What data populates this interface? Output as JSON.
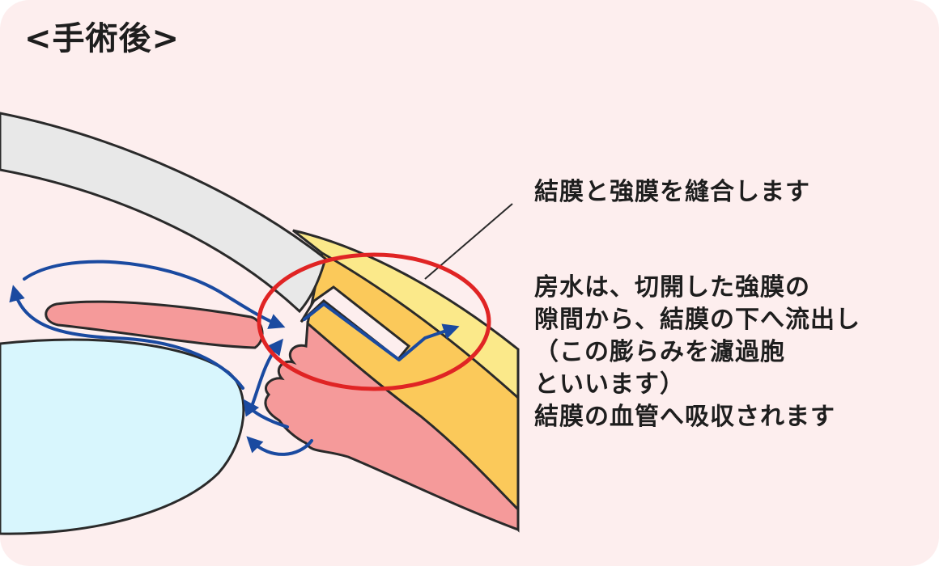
{
  "title": "<手術後>",
  "colors": {
    "background": "#fdeeee",
    "cornea": "#e8e8e8",
    "conjunctiva": "#fbe98a",
    "sclera": "#fbc95a",
    "iris": "#f59a9a",
    "lens": "#d8f6fd",
    "outline": "#2a2a2a",
    "flow_arrow": "#1a4aa0",
    "highlight_circle": "#e02424"
  },
  "icons": [
    "aqueous-flow-arrow",
    "highlight-circle"
  ],
  "labels": {
    "suture": "結膜と強膜を縫合します",
    "flow_lines": [
      "房水は、切開した強膜の",
      "隙間から、結膜の下へ流出し",
      "（この膨らみを濾過胞",
      "といいます）",
      "結膜の血管へ吸収されます"
    ]
  }
}
